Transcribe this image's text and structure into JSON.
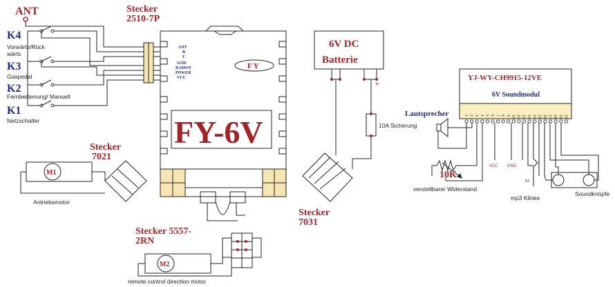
{
  "labels": {
    "ant": "ANT",
    "k4": "K4",
    "k4_desc": "Vorwärts/Rück\nwärts",
    "k3": "K3",
    "k3_desc": "Gaspedal",
    "k2": "K2",
    "k2_desc": "Fernbedienung/ Manuell",
    "k1": "K1",
    "k1_desc": "Netzschalter",
    "stecker_2510_line1": "Stecker",
    "stecker_2510_line2": "2510-7P",
    "pins": [
      "ANT",
      "B",
      "F",
      "GND",
      "RAMOT",
      "POWER",
      "VCC"
    ],
    "fy_small": "F Y",
    "fy_big": "FY-6V",
    "battery_line1": "6V DC",
    "battery_line2": "Batterie",
    "plus": "+",
    "fuse": "10A Sicherung",
    "stecker_7021_line1": "Stecker",
    "stecker_7021_line2": "7021",
    "m1": "M1",
    "antriebsmotor": "Antriebsmotor",
    "stecker_7031_line1": "Stecker",
    "stecker_7031_line2": "7031",
    "stecker_5557_line1": "Stecker 5557-",
    "stecker_5557_line2": "2RN",
    "m2": "M2",
    "remote_motor": "remote control direction motor",
    "module_title": "YJ-WY-CH9915-12VE",
    "module_sub": "6V Soundmodul",
    "lautsprecher": "Lautsprecher",
    "poti_value": "10K",
    "poti_desc": "verstellbarer Widerstand",
    "vcc": "VCC",
    "gnd": "GND",
    "mp3": "mp3 Klinke",
    "soundknoepfe": "Soundknöpfe",
    "module_pins": [
      "1",
      "2",
      "3",
      "4",
      "5",
      "6",
      "7",
      "8",
      "9",
      "10",
      "11",
      "12",
      "13",
      "14",
      "15",
      "16",
      "17",
      "18",
      "19",
      "20"
    ]
  },
  "colors": {
    "accent_red": "#a12528",
    "label_blue": "#1e2c8a",
    "connector_fill": "#f5e6b3",
    "module_fill": "#fbeec0"
  }
}
